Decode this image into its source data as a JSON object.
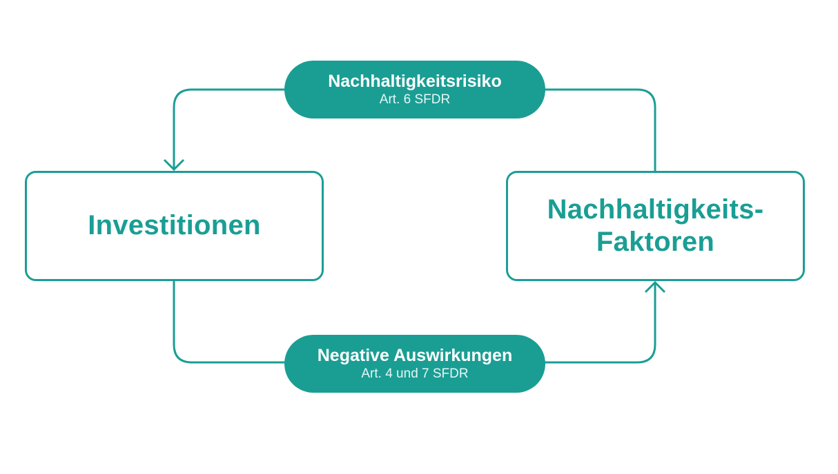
{
  "colors": {
    "accent": "#1a9e94",
    "background": "#ffffff",
    "pill_text": "#ffffff"
  },
  "nodes": {
    "investitionen": {
      "label": "Investitionen"
    },
    "faktoren": {
      "label_line1": "Nachhaltigkeits-",
      "label_line2": "Faktoren"
    }
  },
  "relations": {
    "risiko": {
      "title": "Nachhaltigkeitsrisiko",
      "subtitle": "Art. 6 SFDR"
    },
    "auswirkungen": {
      "title": "Negative Auswirkungen",
      "subtitle": "Art. 4 und 7 SFDR"
    }
  }
}
